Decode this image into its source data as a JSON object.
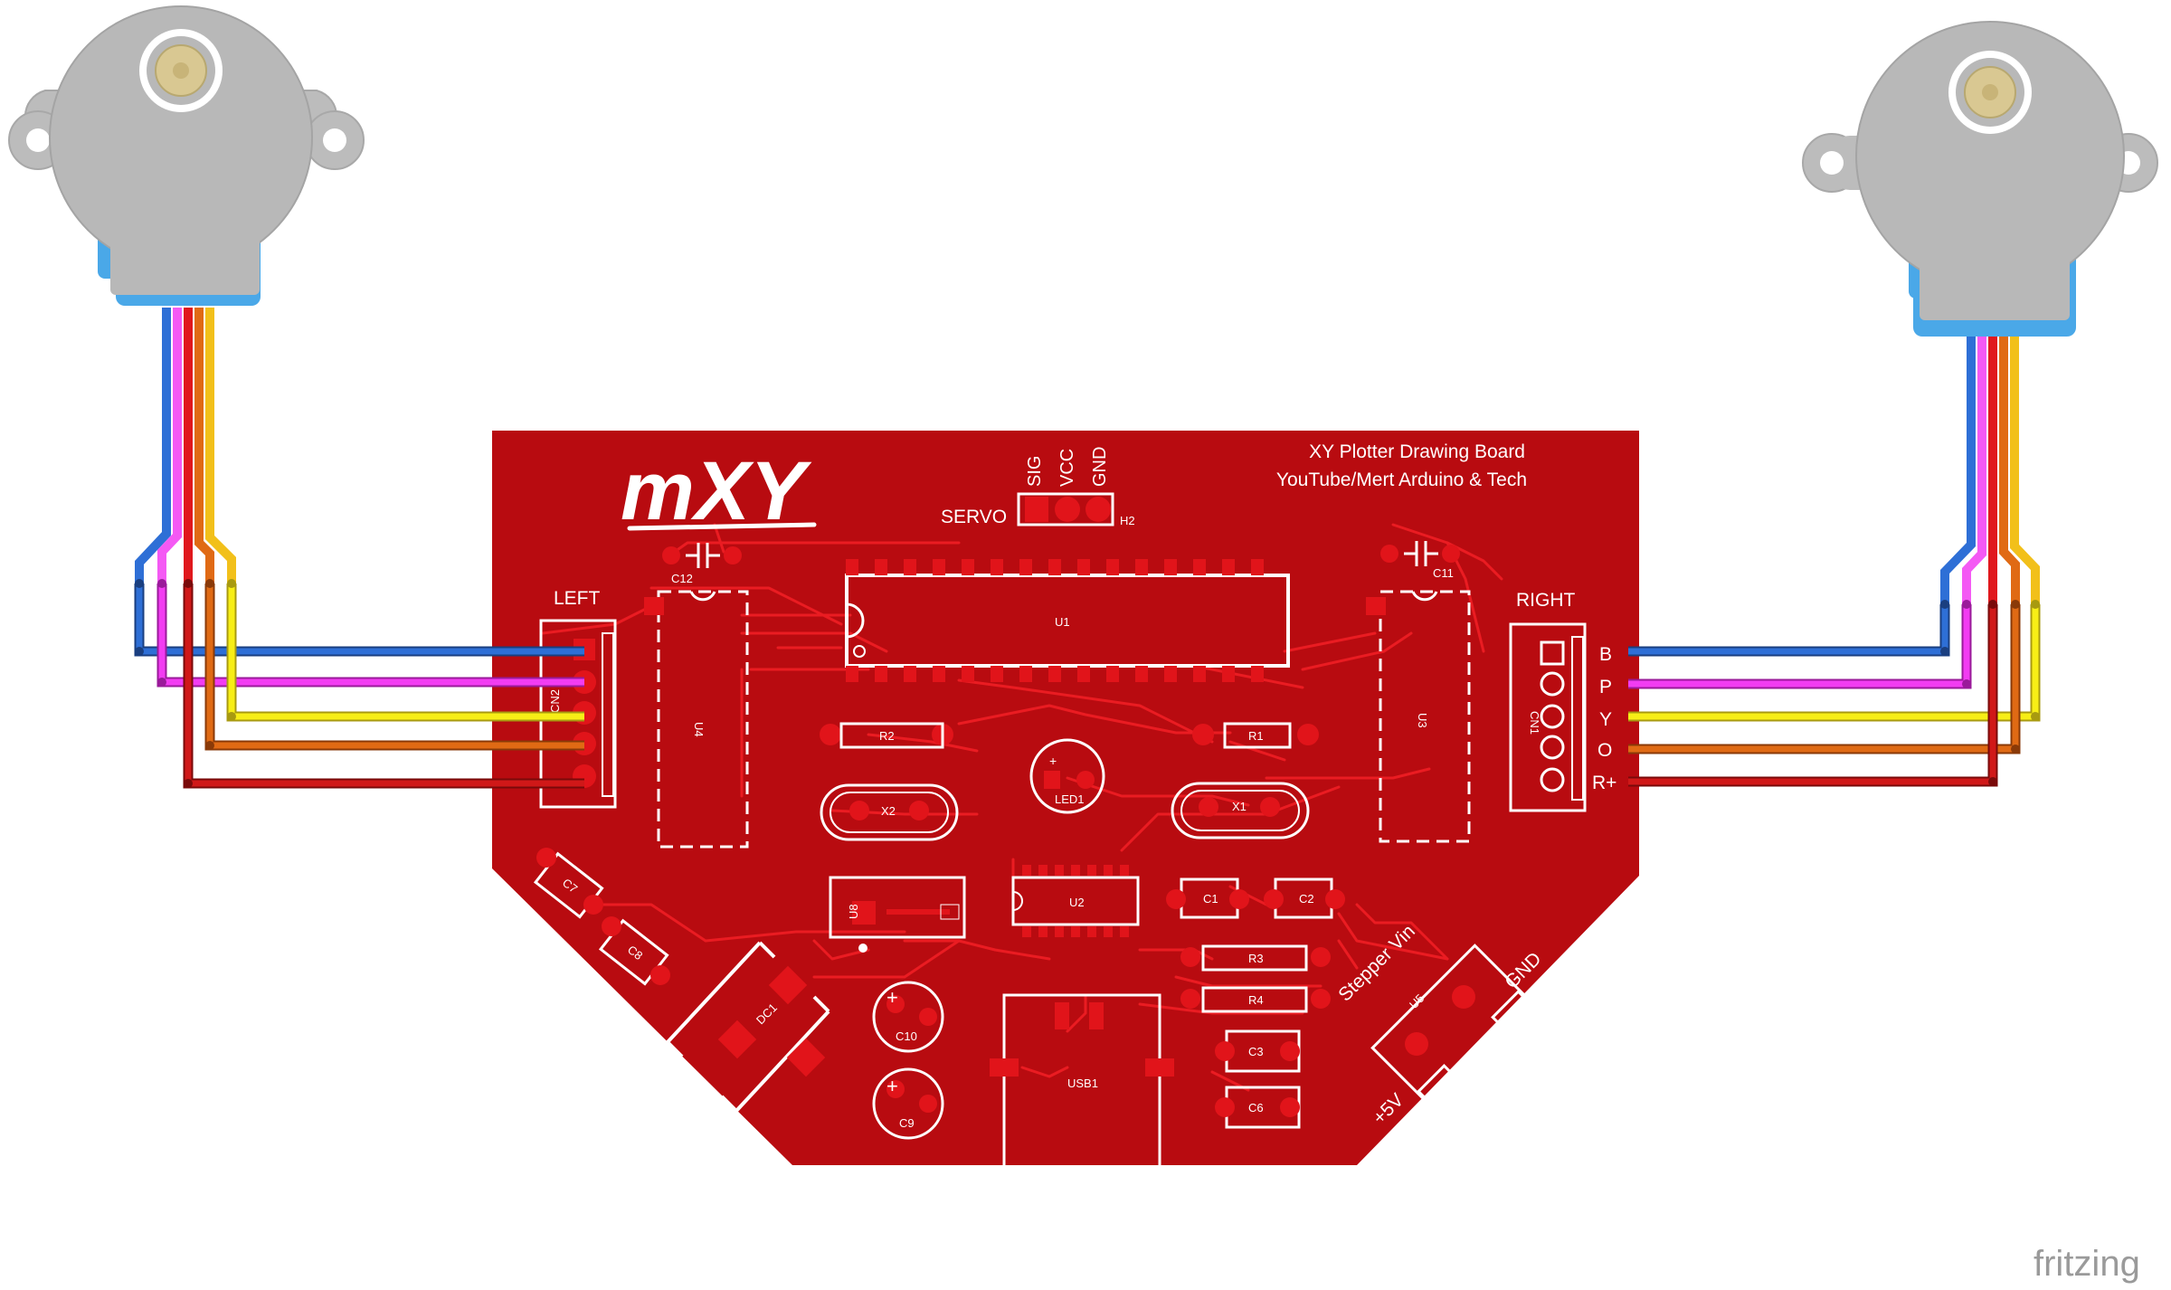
{
  "board": {
    "logo": "mXY",
    "title_line1": "XY Plotter Drawing Board",
    "title_line2": "YouTube/Mert Arduino & Tech",
    "servo_label": "SERVO",
    "servo_pins": [
      "SIG",
      "VCC",
      "GND"
    ],
    "left_label": "LEFT",
    "right_label": "RIGHT",
    "right_pins": [
      "B",
      "P",
      "Y",
      "O",
      "R+"
    ],
    "stepper_vin": "Stepper Vin",
    "gnd": "GND",
    "plus5v": "+5V",
    "ref": {
      "U1": "U1",
      "U2": "U2",
      "U3": "U3",
      "U4": "U4",
      "U5": "U5",
      "U8": "U8",
      "R1": "R1",
      "R2": "R2",
      "R3": "R3",
      "R4": "R4",
      "C1": "C1",
      "C2": "C2",
      "C3": "C3",
      "C6": "C6",
      "C7": "C7",
      "C8": "C8",
      "C9": "C9",
      "C10": "C10",
      "C11": "C11",
      "C12": "C12",
      "X1": "X1",
      "X2": "X2",
      "LED1": "LED1",
      "DC1": "DC1",
      "USB1": "USB1",
      "CN1": "CN1",
      "CN2": "CN2",
      "H2": "H2"
    }
  },
  "wire_colors": {
    "blue": "#2e6fd6",
    "pink": "#f23cf2",
    "yellow": "#f7ee16",
    "orange": "#e06a14",
    "red": "#d01818"
  },
  "colors": {
    "pcb": "#b80b10",
    "trace": "#ea1c22",
    "pad": "#e1141a",
    "motor_body": "#b8b8b8",
    "motor_cap": "#4aa8e8",
    "brass": "#d8c890"
  },
  "watermark": "fritzing"
}
